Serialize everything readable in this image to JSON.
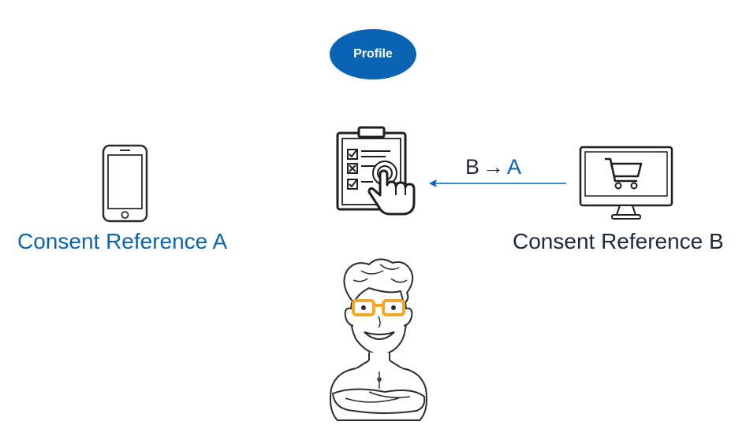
{
  "profile": {
    "label": "Profile"
  },
  "consent_a": {
    "label": "Consent Reference A",
    "device": "phone-icon"
  },
  "consent_b": {
    "label": "Consent Reference B",
    "device": "desktop-cart-icon"
  },
  "transfer": {
    "from": "B",
    "arrow": "→",
    "to": "A"
  },
  "center": {
    "icon": "checklist-clipboard-icon",
    "person": "person-illustration"
  },
  "colors": {
    "accent": "#0a64b4",
    "text_dark": "#1f2a36",
    "glasses": "#f5a623",
    "line": "#2d2d2d"
  }
}
